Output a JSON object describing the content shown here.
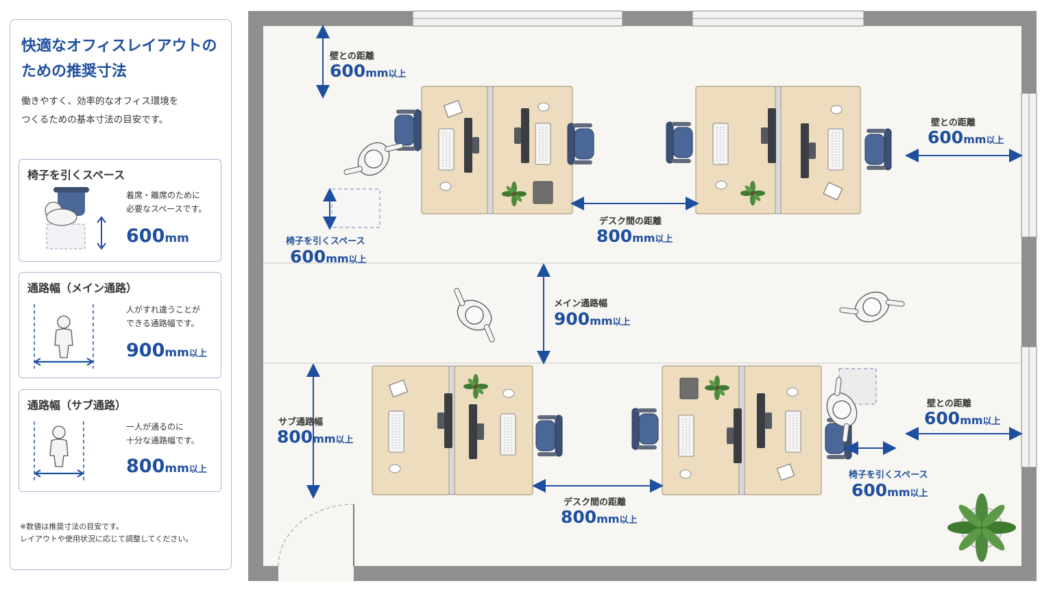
{
  "panel": {
    "title": "快適なオフィスレイアウトの\nための推奨寸法",
    "description": "働きやすく、効率的なオフィス環境を\nつくるための基本寸法の目安です。",
    "cards": [
      {
        "title": "椅子を引くスペース",
        "text": "着席・離席のために\n必要なスペースです。",
        "num": "600",
        "unit": "mm",
        "suffix": ""
      },
      {
        "title": "通路幅（メイン通路）",
        "text": "人がすれ違うことが\nできる通路幅です。",
        "num": "900",
        "unit": "mm",
        "suffix": "以上"
      },
      {
        "title": "通路幅（サブ通路）",
        "text": "一人が通るのに\n十分な通路幅です。",
        "num": "800",
        "unit": "mm",
        "suffix": "以上"
      }
    ],
    "note": "※数値は推奨寸法の目安です。\n  レイアウトや使用状況に応じて調整してください。"
  },
  "plan": {
    "wall_top_left": {
      "label": "壁との距離",
      "num": "600",
      "unit": "mm",
      "suffix": "以上"
    },
    "wall_right_top": {
      "label": "壁との距離",
      "num": "600",
      "unit": "mm",
      "suffix": "以上"
    },
    "wall_right_bottom": {
      "label": "壁との距離",
      "num": "600",
      "unit": "mm",
      "suffix": "以上"
    },
    "desk_gap_top": {
      "label": "デスク間の距離",
      "num": "800",
      "unit": "mm",
      "suffix": "以上"
    },
    "desk_gap_bottom": {
      "label": "デスク間の距離",
      "num": "800",
      "unit": "mm",
      "suffix": "以上"
    },
    "chair_space_left": {
      "label": "椅子を引くスペース",
      "num": "600",
      "unit": "mm",
      "suffix": "以上"
    },
    "chair_space_right": {
      "label": "椅子を引くスペース",
      "num": "600",
      "unit": "mm",
      "suffix": "以上"
    },
    "main_aisle": {
      "label": "メイン通路幅",
      "num": "900",
      "unit": "mm",
      "suffix": "以上"
    },
    "sub_aisle": {
      "label": "サブ通路幅",
      "num": "800",
      "unit": "mm",
      "suffix": "以上"
    }
  },
  "colors": {
    "accent_blue": "#1e4f9e",
    "desk_wood": "#eddcbd",
    "chair_blue": "#4a6797",
    "wall_gray": "#8c8c8c",
    "floor": "#f7f6f2"
  }
}
